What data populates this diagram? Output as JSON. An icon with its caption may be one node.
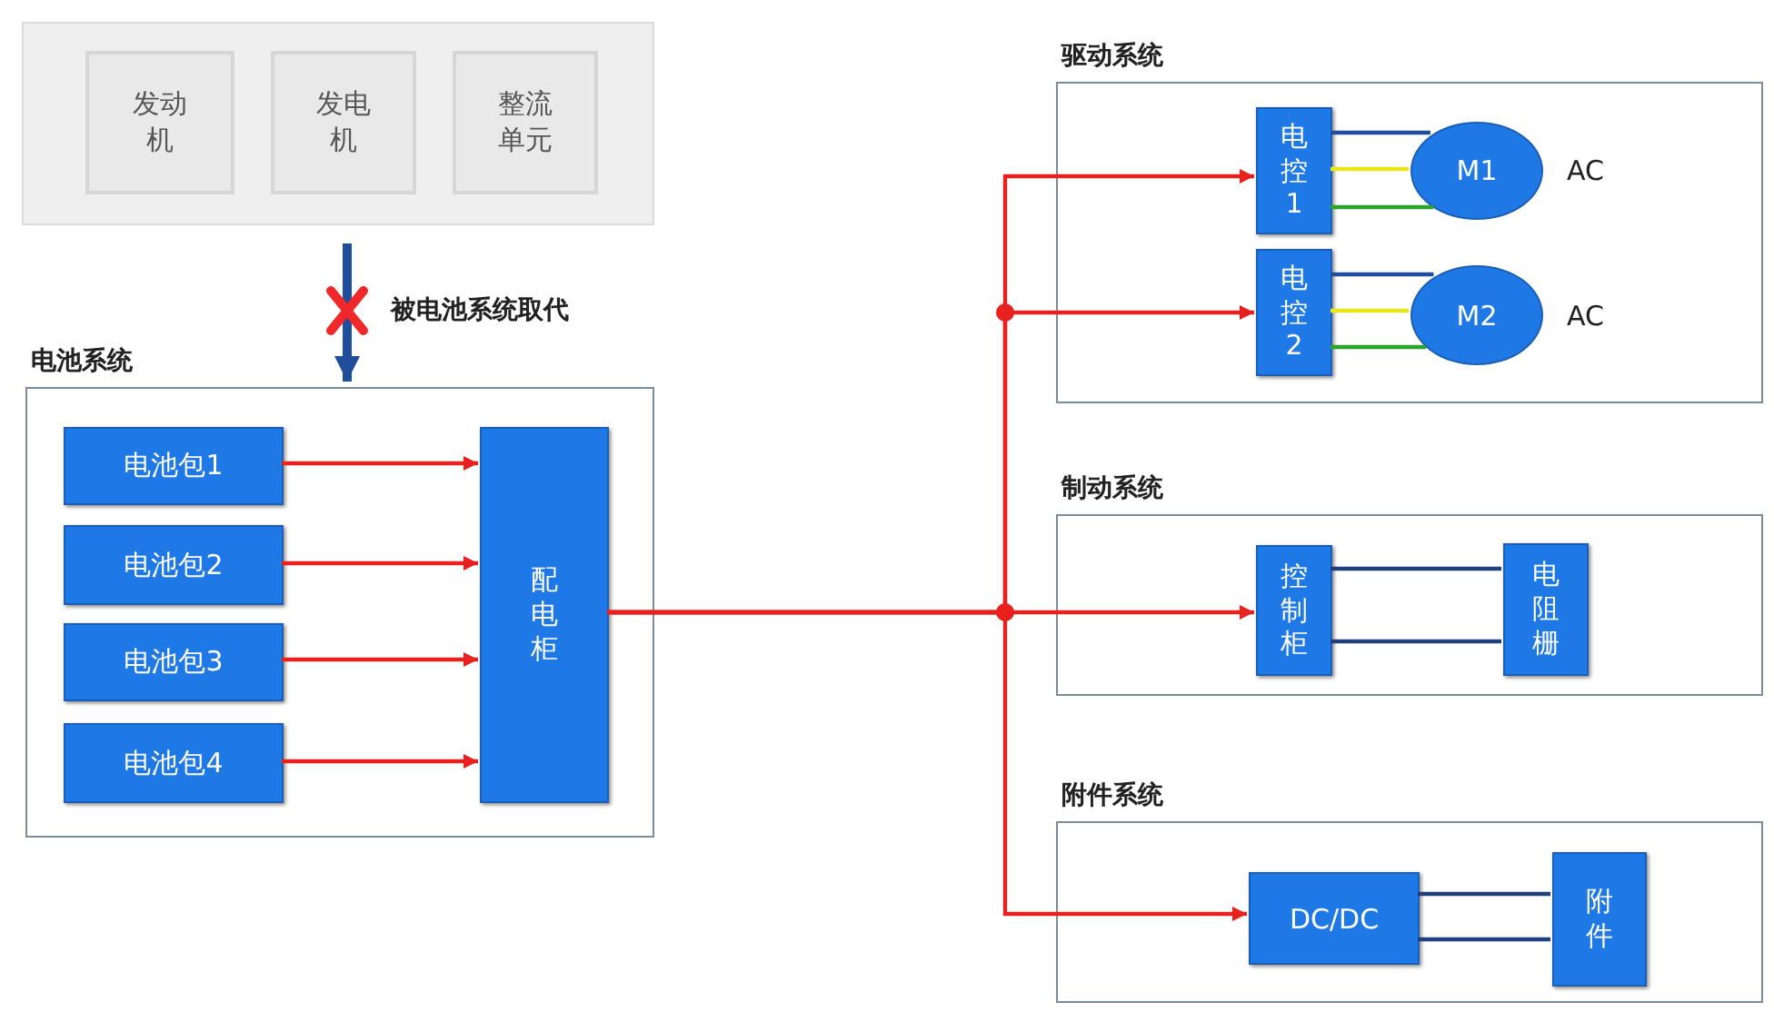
{
  "diagram": {
    "nodes": [
      {
        "text": [],
        "shape": "box"
      },
      {
        "text": [
          "发动机"
        ],
        "in": 0
      },
      {
        "text": [
          "发电机"
        ],
        "in": 0
      },
      {
        "text": [
          "整流单元"
        ],
        "in": 0
      },
      {
        "text": [
          "电池系统"
        ]
      },
      {
        "text": [
          "电池包1"
        ],
        "in": 4
      },
      {
        "text": [
          "电池包2"
        ],
        "in": 4
      },
      {
        "text": [
          "电池包3"
        ],
        "in": 4
      },
      {
        "text": [
          "电池包4"
        ],
        "in": 4
      },
      {
        "text": [
          "配电柜"
        ],
        "in": 4
      },
      {
        "text": [
          "驱动系统"
        ]
      },
      {
        "text": [
          "电控1"
        ],
        "in": 10
      },
      {
        "text": [
          "M1"
        ],
        "in": 10,
        "beside": [
          "AC"
        ]
      },
      {
        "text": [
          "电控2"
        ],
        "in": 10
      },
      {
        "text": [
          "M2"
        ],
        "in": 10,
        "beside": [
          "AC"
        ]
      },
      {
        "text": [
          "制动系统"
        ]
      },
      {
        "text": [
          "控制柜"
        ],
        "in": 15
      },
      {
        "text": [
          "电阻栅"
        ],
        "in": 15
      },
      {
        "text": [
          "附件系统"
        ]
      },
      {
        "text": [
          "DC/DC"
        ],
        "in": 18
      },
      {
        "text": [
          "附件"
        ],
        "in": 18
      }
    ],
    "edges": [
      {
        "from": 0,
        "to": 4,
        "arrow": "to",
        "label": "被电池系统取代",
        "style": "thick",
        "color": "#1f4e9c"
      },
      {
        "from": 5,
        "to": 9,
        "arrow": "to"
      },
      {
        "from": 6,
        "to": 9,
        "arrow": "to"
      },
      {
        "from": 7,
        "to": 9,
        "arrow": "to"
      },
      {
        "from": 8,
        "to": 9,
        "arrow": "to"
      },
      {
        "from": 9,
        "to": 11,
        "arrow": "to"
      },
      {
        "from": 9,
        "to": 13,
        "arrow": "to"
      },
      {
        "from": 9,
        "to": 16,
        "arrow": "to"
      },
      {
        "from": 9,
        "to": 19,
        "arrow": "to"
      },
      {
        "from": 11,
        "to": 12,
        "arrow": "none",
        "color": "#1f4e9c"
      },
      {
        "from": 11,
        "to": 12,
        "arrow": "none",
        "color": "#e6e619"
      },
      {
        "from": 11,
        "to": 12,
        "arrow": "none",
        "color": "#2aa52a"
      },
      {
        "from": 13,
        "to": 14,
        "arrow": "none",
        "color": "#1f4e9c"
      },
      {
        "from": 13,
        "to": 14,
        "arrow": "none",
        "color": "#e6e619"
      },
      {
        "from": 13,
        "to": 14,
        "arrow": "none",
        "color": "#2aa52a"
      },
      {
        "from": 16,
        "to": 17,
        "arrow": "none",
        "color": "#1f3f7f"
      },
      {
        "from": 16,
        "to": 17,
        "arrow": "none",
        "color": "#1f3f7f"
      },
      {
        "from": 19,
        "to": 20,
        "arrow": "none",
        "color": "#1f3f7f"
      },
      {
        "from": 19,
        "to": 20,
        "arrow": "none",
        "color": "#1f3f7f"
      }
    ]
  }
}
